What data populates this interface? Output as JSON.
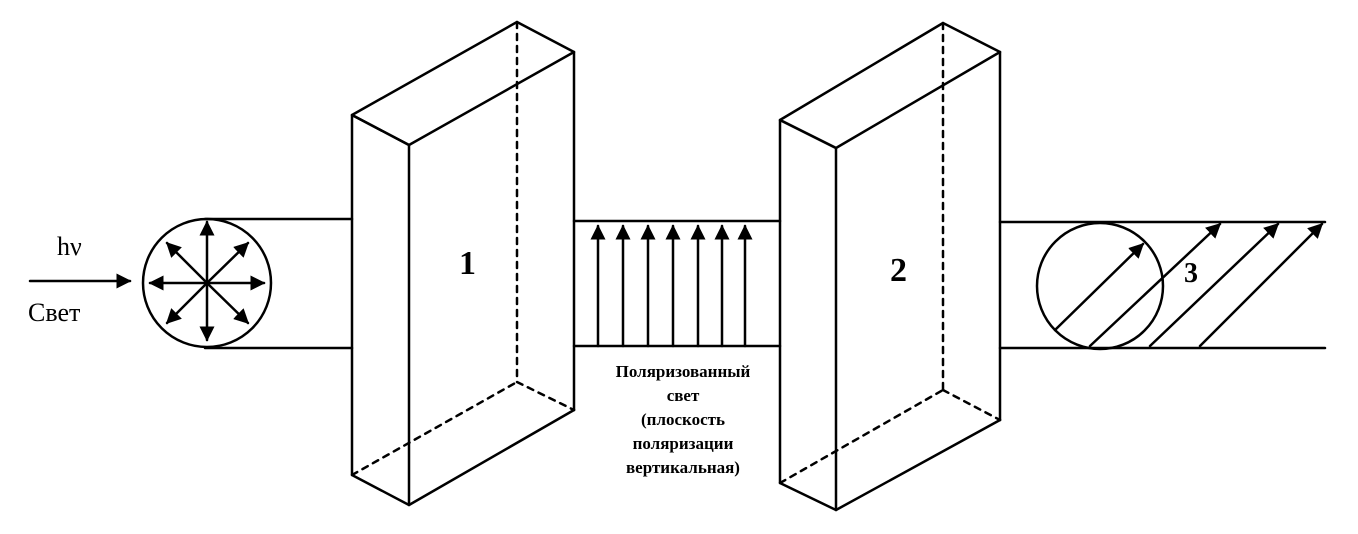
{
  "diagram": {
    "input": {
      "energy_label": "hν",
      "light_label": "Свет"
    },
    "polarizer": {
      "number": "1"
    },
    "analyzer": {
      "number": "2"
    },
    "output": {
      "number": "3"
    },
    "caption": {
      "line1": "Поляризованный",
      "line2": "свет",
      "line3": "(плоскость",
      "line4": "поляризации",
      "line5": "вертикальная)"
    }
  }
}
